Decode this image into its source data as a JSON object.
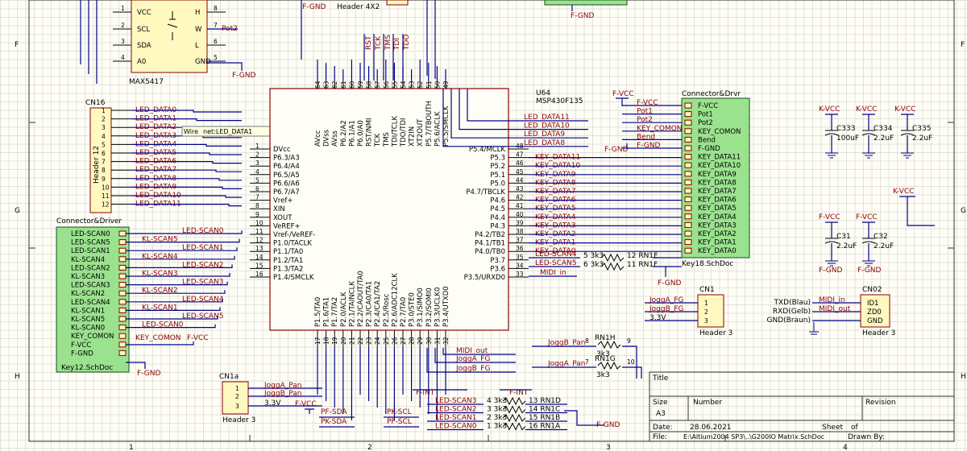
{
  "border": {
    "rows": [
      "F",
      "F",
      "G",
      "G",
      "H",
      "H"
    ],
    "cols": [
      "1",
      "2",
      "3",
      "4"
    ]
  },
  "top": {
    "net_fgnd_1": "F-GND",
    "header_4x2": "Header 4X2",
    "net_fgnd_2": "F-GND",
    "jtag": [
      "RST",
      "TCK",
      "TMS",
      "TDI",
      "TDO"
    ]
  },
  "max5417": {
    "name": "MAX5417",
    "pins_left": [
      "VCC",
      "SCL",
      "SDA",
      "A0"
    ],
    "pins_left_num": [
      "1",
      "2",
      "3",
      "4"
    ],
    "pins_right": [
      "H",
      "W",
      "L",
      "GND"
    ],
    "pins_right_num": [
      "8",
      "7",
      "6",
      "5"
    ],
    "pot2": "Pot2",
    "fgnd": "F-GND"
  },
  "cn16": {
    "ref": "CN16",
    "name": "Header 12",
    "nets": [
      "LED_DATA0",
      "LED_DATA1",
      "LED_DATA2",
      "LED_DATA3",
      "LED_DATA4",
      "LED_DATA5",
      "LED_DATA6",
      "LED_DATA7",
      "LED_DATA8",
      "LED_DATA9",
      "LED_DATA10",
      "LED_DATA11"
    ],
    "pins": [
      "1",
      "2",
      "3",
      "4",
      "5",
      "6",
      "7",
      "8",
      "9",
      "10",
      "11",
      "12"
    ]
  },
  "tooltip": {
    "prefix": "Wire",
    "net": "net:LED_DATA1"
  },
  "u64": {
    "ref": "U64",
    "part": "MSP430F135",
    "top_pins": [
      "AVcc",
      "DVss",
      "AVss",
      "P6.2/A2",
      "P6.1/A1",
      "P6.0/A0",
      "RST/NMI",
      "TCK",
      "TMS",
      "TDI/TCLK",
      "TDO/TDI",
      "XT2IN",
      "XT2OUT",
      "P5.7/TBOUTH",
      "P5.6/ACLK",
      "P5.5/SMCLK"
    ],
    "top_nums": [
      "64",
      "63",
      "62",
      "61",
      "60",
      "59",
      "58",
      "57",
      "56",
      "55",
      "54",
      "53",
      "52",
      "51",
      "50",
      "49"
    ],
    "left_pins": [
      "DVcc",
      "P6.3/A3",
      "P6.4/A4",
      "P6.5/A5",
      "P6.6/A6",
      "P6.7/A7",
      "Vref+",
      "XIN",
      "XOUT",
      "VeREF+",
      "Vref-/VeREF-",
      "P1.0/TACLK",
      "P1.1/TA0",
      "P1.2/TA1",
      "P1.3/TA2",
      "P1.4/SMCLK"
    ],
    "left_nums": [
      "1",
      "2",
      "3",
      "4",
      "5",
      "6",
      "7",
      "8",
      "9",
      "10",
      "11",
      "12",
      "13",
      "14",
      "15",
      "16"
    ],
    "right_pins": [
      "P5.4/MCLK",
      "P5.3",
      "P5.2",
      "P5.1",
      "P5.0",
      "P4.7/TBCLK",
      "P4.6",
      "P4.5",
      "P4.4",
      "P4.3",
      "P4.2/TB2",
      "P4.1/TB1",
      "P4.0/TB0",
      "P3.7",
      "P3.6",
      "P3.5/URXD0"
    ],
    "right_nums": [
      "48",
      "47",
      "46",
      "45",
      "44",
      "43",
      "42",
      "41",
      "40",
      "39",
      "38",
      "37",
      "36",
      "35",
      "34",
      "33"
    ],
    "bottom_pins": [
      "P1.5/TA0",
      "P1.6/TA1",
      "P1.7/TA2",
      "P2.0/ACLK",
      "P2.1/TAINCLK",
      "P2.2/CAOUT/TA0",
      "P2.3/CA0/TA1",
      "P2.4/CA1/TA2",
      "P2.5/Rosc",
      "P2.6/ADC12CLK",
      "P2.7/TA0",
      "P3.0/STE0",
      "P3.1/SIMO0",
      "P3.2/SOMI0",
      "P3.3/UCLK0",
      "P3.4/UTXD0"
    ],
    "bottom_nums": [
      "17",
      "18",
      "19",
      "20",
      "21",
      "22",
      "23",
      "24",
      "25",
      "26",
      "27",
      "28",
      "29",
      "30",
      "31",
      "32"
    ]
  },
  "u64_right_nets": [
    "LED_DATA11",
    "LED_DATA10",
    "LED_DATA9",
    "LED_DATA8",
    "KEY_DATA11",
    "KEY_DATA10",
    "KEY_DATA9",
    "KEY_DATA8",
    "KEY_DATA7",
    "KEY_DATA6",
    "KEY_DATA5",
    "KEY_DATA4",
    "KEY_DATA3",
    "KEY_DATA2",
    "KEY_DATA1",
    "KEY_DATA0",
    "LED-SCAN4",
    "LED-SCAN5",
    "MIDI_in"
  ],
  "u64_bottom_nets": [
    "MIDI_out",
    "JoggA_FG",
    "JoggB_FG"
  ],
  "resistors_right": [
    {
      "ref": "RN1E",
      "val": "5 3k3",
      "pins": "12"
    },
    {
      "ref": "RN1F",
      "val": "6 3k3",
      "pins": "11"
    }
  ],
  "fgnd_right": "F-GND",
  "key18": {
    "title": "Connector&Drvr",
    "name": "Key18.SchDoc",
    "pins": [
      "F-VCC",
      "Pot1",
      "Pot2",
      "KEY_COMON",
      "Bend",
      "F-GND",
      "KEY_DATA11",
      "KEY_DATA10",
      "KEY_DATA9",
      "KEY_DATA8",
      "KEY_DATA7",
      "KEY_DATA6",
      "KEY_DATA5",
      "KEY_DATA4",
      "KEY_DATA3",
      "KEY_DATA2",
      "KEY_DATA1",
      "KEY_DATA0"
    ],
    "left_nets": [
      "F-VCC",
      "Pot1",
      "Pot2",
      "KEY_COMON",
      "Bend",
      "F-GND"
    ],
    "fvcc_top": "F-VCC",
    "fgnd_left": "F-GND"
  },
  "key12": {
    "title": "Connector&Driver",
    "name": "Key12.SchDoc",
    "pins": [
      "LED-SCAN0",
      "LED-SCAN5",
      "LED-SCAN1",
      "KL-SCAN4",
      "LED-SCAN2",
      "KL-SCAN3",
      "LED-SCAN3",
      "KL-SCAN2",
      "LED-SCAN4",
      "KL-SCAN1",
      "KL-SCAN5",
      "KL-SCAN0",
      "KEY_COMON",
      "F-VCC",
      "F-GND"
    ],
    "nets": [
      "LED-SCAN0",
      "KL-SCAN5",
      "LED-SCAN1",
      "KL-SCAN4",
      "LED-SCAN2",
      "KL-SCAN3",
      "LED-SCAN3",
      "KL-SCAN2",
      "LED-SCAN4",
      "KL-SCAN1",
      "LED-SCAN5",
      "LED-SCAN0"
    ],
    "key_comon": "KEY_COMON",
    "fvcc": "F-VCC",
    "fgnd": "F-GND"
  },
  "caps": [
    {
      "vcc": "K-VCC",
      "ref": "C333",
      "val": "100uF"
    },
    {
      "vcc": "K-VCC",
      "ref": "C334",
      "val": "2.2uF"
    },
    {
      "vcc": "K-VCC",
      "ref": "C335",
      "val": "2.2uF"
    },
    {
      "vcc": "F-VCC",
      "ref": "C31",
      "val": "2.2uF"
    },
    {
      "vcc": "F-VCC",
      "ref": "C32",
      "val": "2.2uF"
    }
  ],
  "kvcc_single": "K-VCC",
  "cap_fgnd": [
    "F-GND",
    "F-GND"
  ],
  "cn1": {
    "ref": "CN1",
    "name": "Header 3",
    "nets": [
      "JoggA_FG",
      "JoggB_FG",
      "3.3V"
    ],
    "pins": [
      "1",
      "2",
      "3"
    ]
  },
  "cn02": {
    "ref": "CN02",
    "name": "Header 3",
    "left": [
      "TXD(Blau)",
      "RXD(Gelb)",
      "GND(Braun)"
    ],
    "nets": [
      "MIDI_in",
      "MIDI_out"
    ],
    "pins": [
      "ID1",
      "ZD0",
      "GND"
    ]
  },
  "rn1": [
    {
      "ref": "RN1H",
      "val": "3k3",
      "pin_l": "8",
      "pin_r": "9",
      "net": "JoggB_Pan"
    },
    {
      "ref": "RN1G",
      "val": "3k3",
      "pin_l": "7",
      "pin_r": "10",
      "net": "JoggA_Pan"
    }
  ],
  "cn1a": {
    "ref": "CN1a",
    "name": "Header 3",
    "nets": [
      "JoggA_Pan",
      "JoggB_Pan",
      "3.3V"
    ],
    "pins": [
      "1",
      "2",
      "3"
    ]
  },
  "bottom_labels": {
    "fvcc": "F-VCC",
    "pf_sda": "PF-SDA",
    "pk_sda": "PK-SDA",
    "pk_scl": "PK-SCL",
    "pf_scl": "PF-SCL",
    "f_int_1": "F-INT",
    "f_int_2": "F-INT",
    "fgnd": "F-GND"
  },
  "rn_bottom": [
    {
      "net": "LED-SCAN3",
      "l": "4 3k3",
      "r": "13 RN1D"
    },
    {
      "net": "LED-SCAN2",
      "l": "3 3k3",
      "r": "14 RN1C"
    },
    {
      "net": "LED-SCAN1",
      "l": "2 3k3",
      "r": "15 RN1B"
    },
    {
      "net": "LED-SCAN0",
      "l": "1 3k3",
      "r": "16 RN1A"
    }
  ],
  "titleblock": {
    "title_label": "Title",
    "size_label": "Size",
    "size": "A3",
    "number_label": "Number",
    "revision_label": "Revision",
    "date_label": "Date:",
    "date": "28.06.2021",
    "sheet_label": "Sheet",
    "of_label": "of",
    "file_label": "File:",
    "file": "E:\\Altium2004 SP3\\..\\G200IO Matrix.SchDoc",
    "drawn_label": "Drawn By:"
  }
}
